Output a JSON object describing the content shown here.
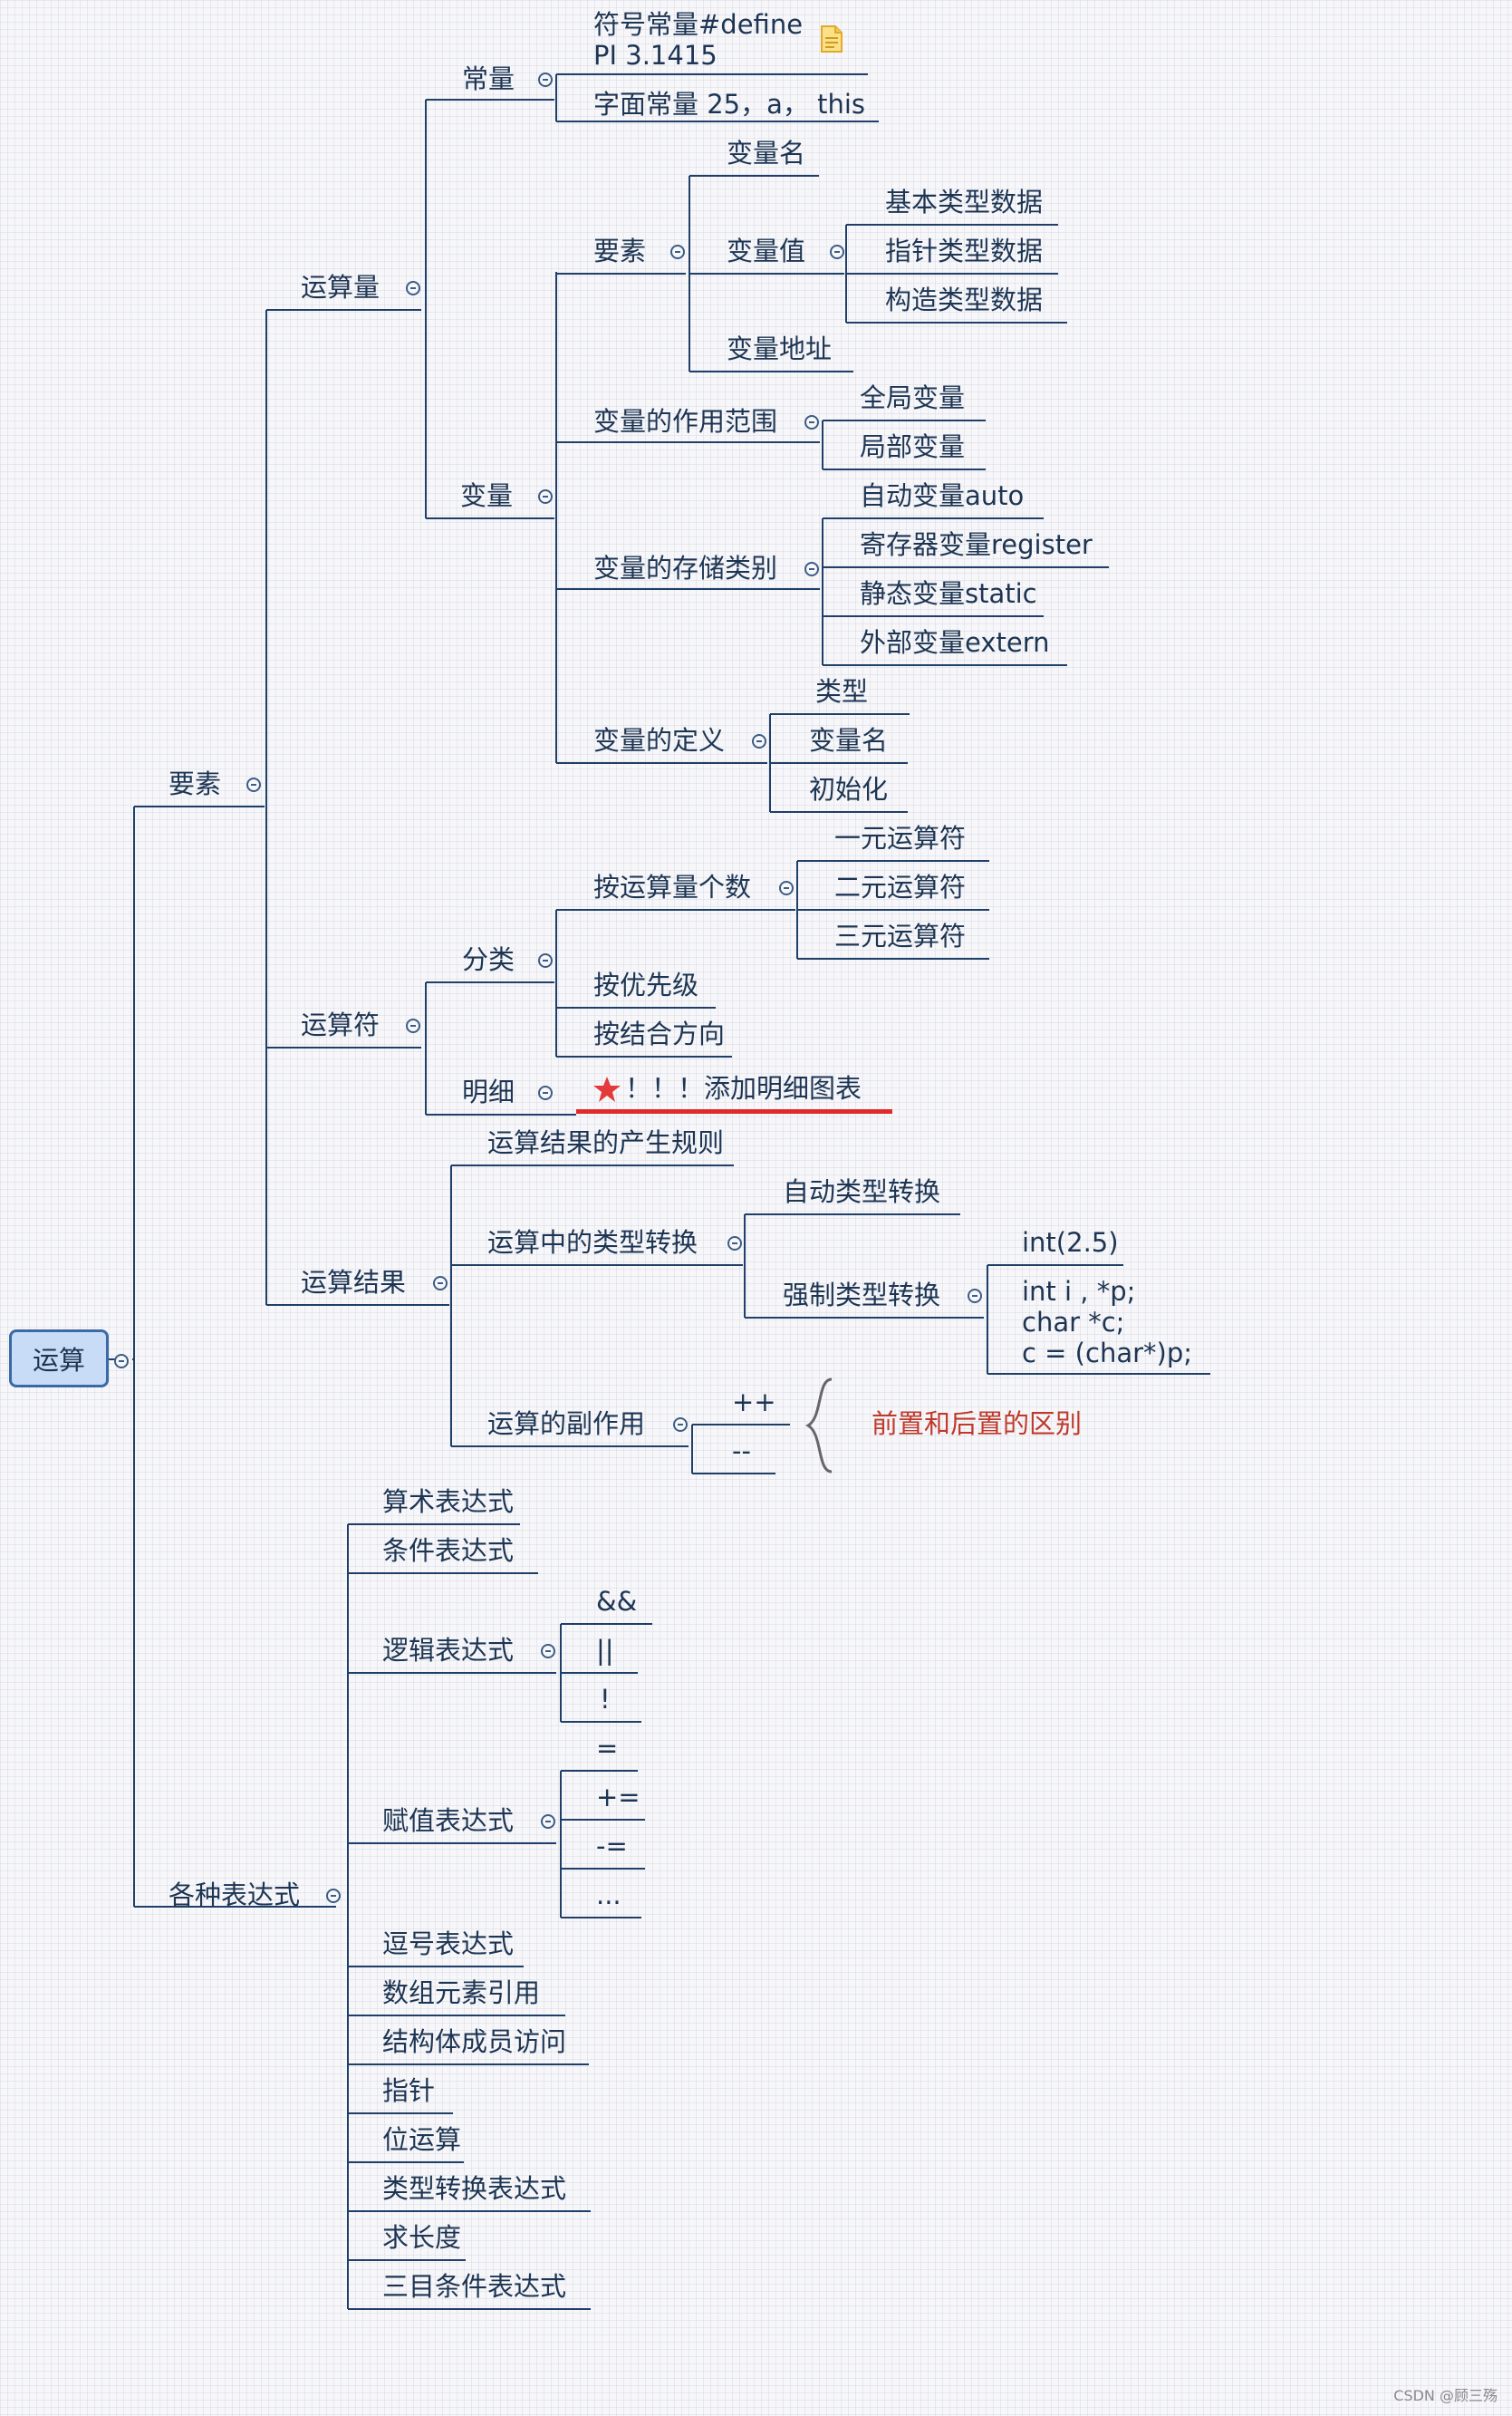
{
  "root": {
    "label": "运算"
  },
  "yaosu": {
    "label": "要素",
    "yunsuanliang": {
      "label": "运算量",
      "changliang": {
        "label": "常量",
        "symbolic_line1": "符号常量#define",
        "symbolic_line2": "PI 3.1415",
        "literal": "字面常量 25，a， this"
      },
      "bianliang": {
        "label": "变量",
        "elements": {
          "label": "要素",
          "name": "变量名",
          "value": {
            "label": "变量值",
            "items": [
              "基本类型数据",
              "指针类型数据",
              "构造类型数据"
            ]
          },
          "address": "变量地址"
        },
        "scope": {
          "label": "变量的作用范围",
          "items": [
            "全局变量",
            "局部变量"
          ]
        },
        "storage": {
          "label": "变量的存储类别",
          "items": [
            "自动变量auto",
            "寄存器变量register",
            "静态变量static",
            "外部变量extern"
          ]
        },
        "definition": {
          "label": "变量的定义",
          "items": [
            "类型",
            "变量名",
            "初始化"
          ]
        }
      }
    },
    "yunsuanfu": {
      "label": "运算符",
      "classification": {
        "label": "分类",
        "by_count": {
          "label": "按运算量个数",
          "items": [
            "一元运算符",
            "二元运算符",
            "三元运算符"
          ]
        },
        "by_priority": "按优先级",
        "by_assoc": "按结合方向"
      },
      "detail": {
        "label": "明细",
        "note": "！！！添加明细图表"
      }
    },
    "result": {
      "label": "运算结果",
      "rules": "运算结果的产生规则",
      "conversion": {
        "label": "运算中的类型转换",
        "auto": "自动类型转换",
        "forced": {
          "label": "强制类型转换",
          "example1": "int(2.5)",
          "code_line1": "int i , *p;",
          "code_line2": "char *c;",
          "code_line3": "c = (char*)p;"
        }
      },
      "side_effect": {
        "label": "运算的副作用",
        "items": [
          "++",
          "--"
        ],
        "annotation": "前置和后置的区别"
      }
    }
  },
  "expressions": {
    "label": "各种表达式",
    "arithmetic": "算术表达式",
    "conditional": "条件表达式",
    "logical": {
      "label": "逻辑表达式",
      "items": [
        "&&",
        "||",
        "!"
      ]
    },
    "assignment": {
      "label": "赋值表达式",
      "items": [
        "=",
        "+=",
        "-=",
        "..."
      ]
    },
    "comma": "逗号表达式",
    "array_ref": "数组元素引用",
    "struct_access": "结构体成员访问",
    "pointer": "指针",
    "bitwise": "位运算",
    "cast": "类型转换表达式",
    "sizeof": "求长度",
    "ternary": "三目条件表达式"
  },
  "watermark": "CSDN @顾三殇",
  "colors": {
    "line": "#1f3f68",
    "text": "#1d3553",
    "root_fill": "#c9dcf7",
    "root_border": "#3a6aa5",
    "accent_red": "#e12a2a",
    "note_red": "#c0392b",
    "note_yellow": "#f5c84c"
  },
  "icons": {
    "note": "note-icon",
    "star": "star-icon",
    "brace": "curly-brace-icon",
    "toggle": "collapse-minus-icon"
  }
}
